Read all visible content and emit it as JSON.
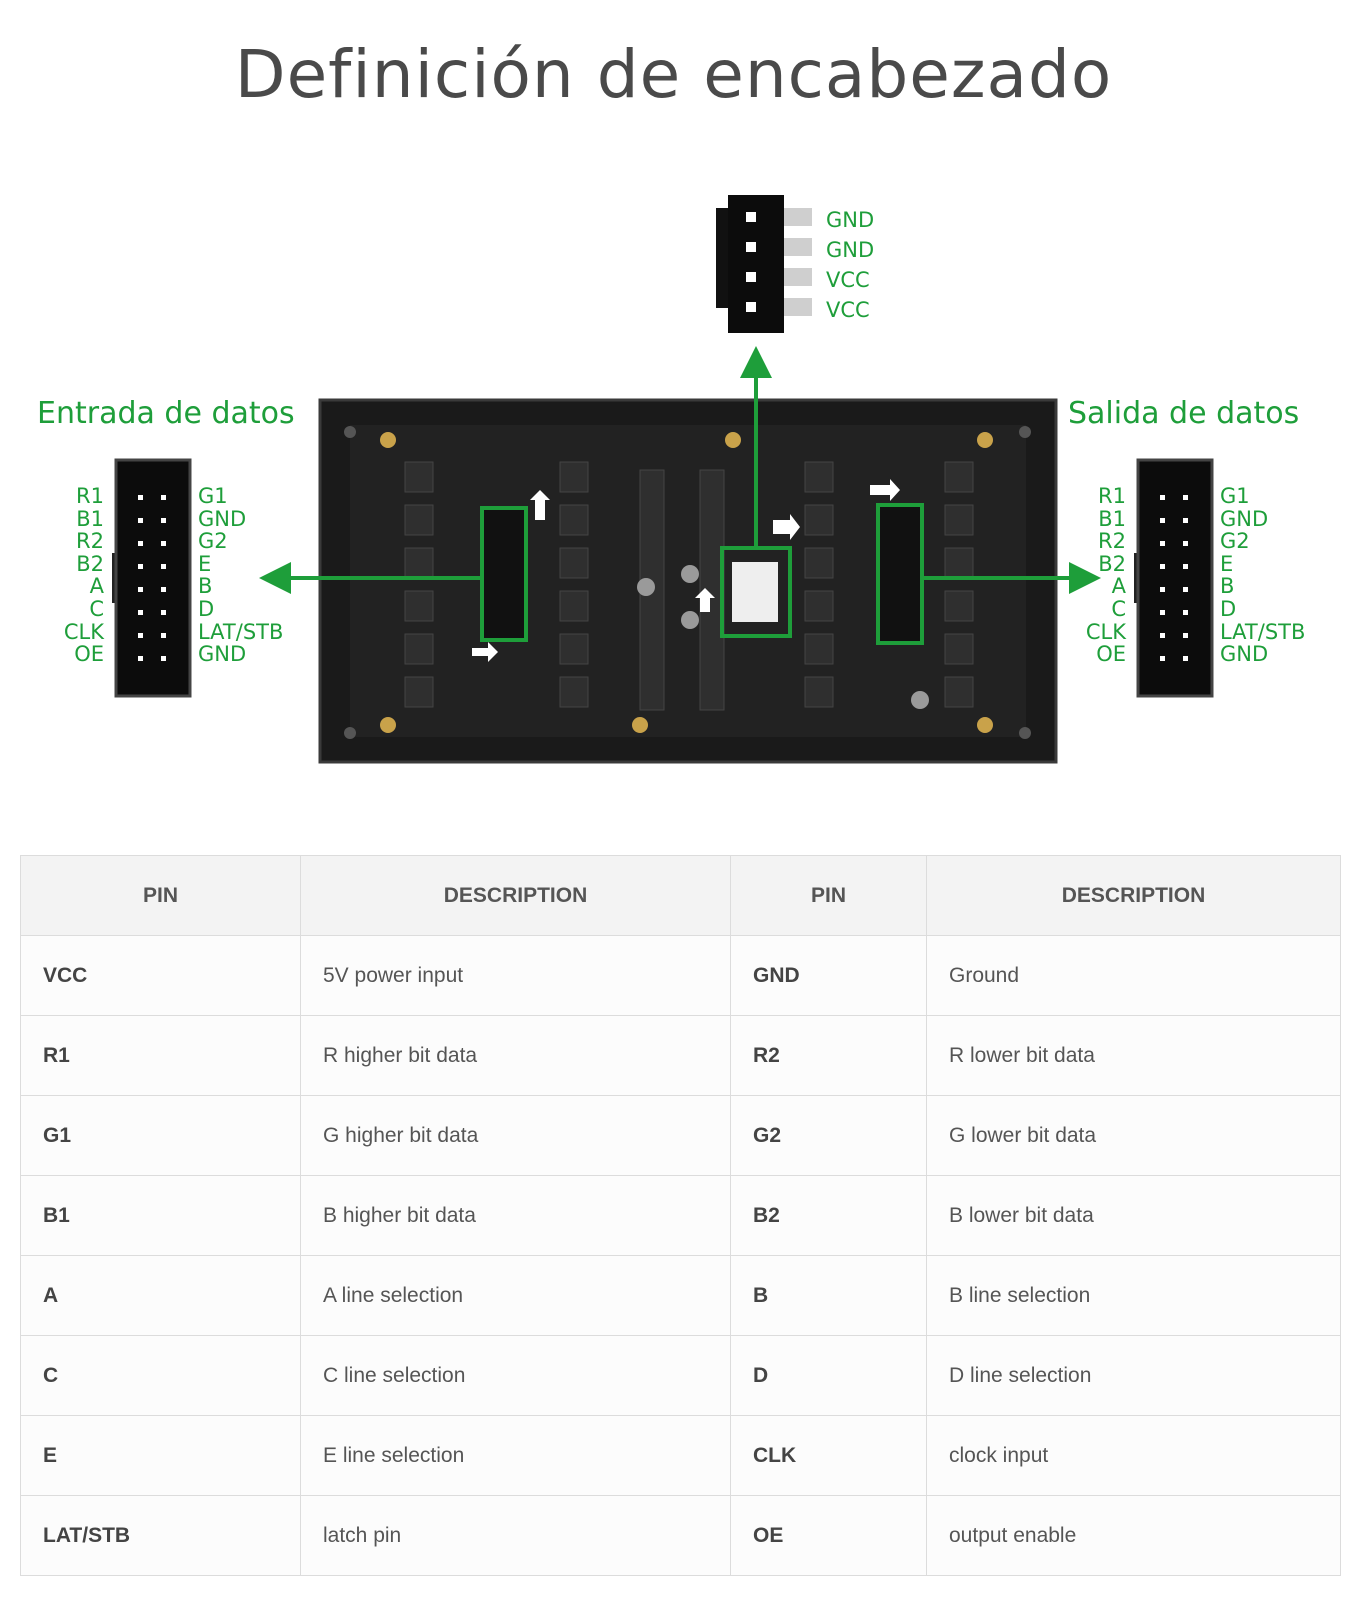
{
  "title": "Definición de encabezado",
  "input_label": "Entrada de datos",
  "output_label": "Salida de datos",
  "power_pins": [
    "GND",
    "GND",
    "VCC",
    "VCC"
  ],
  "hub75_left_pins": [
    "R1",
    "B1",
    "R2",
    "B2",
    "A",
    "C",
    "CLK",
    "OE"
  ],
  "hub75_right_pins": [
    "G1",
    "GND",
    "G2",
    "E",
    "B",
    "D",
    "LAT/STB",
    "GND"
  ],
  "colors": {
    "accent_green": "#1e9e3a",
    "connector": "#0c0c0c",
    "board": "#1a1a1a"
  },
  "table": {
    "headers": [
      "PIN",
      "DESCRIPTION",
      "PIN",
      "DESCRIPTION"
    ],
    "rows": [
      [
        "VCC",
        "5V power input",
        "GND",
        "Ground"
      ],
      [
        "R1",
        "R higher bit data",
        "R2",
        "R lower bit data"
      ],
      [
        "G1",
        "G higher bit data",
        "G2",
        "G lower bit data"
      ],
      [
        "B1",
        "B higher bit data",
        "B2",
        "B lower bit data"
      ],
      [
        "A",
        "A line selection",
        "B",
        "B line selection"
      ],
      [
        "C",
        "C line selection",
        "D",
        "D line selection"
      ],
      [
        "E",
        "E line selection",
        "CLK",
        "clock input"
      ],
      [
        "LAT/STB",
        "latch pin",
        "OE",
        "output enable"
      ]
    ]
  }
}
